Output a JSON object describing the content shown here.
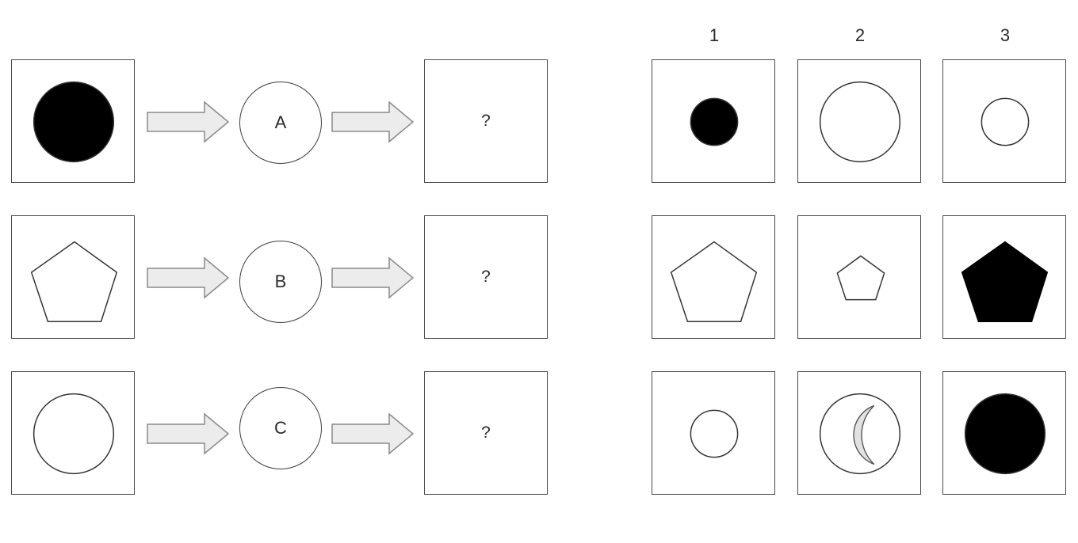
{
  "operations": [
    {
      "label": "A",
      "result": "?"
    },
    {
      "label": "B",
      "result": "?"
    },
    {
      "label": "C",
      "result": "?"
    }
  ],
  "options": {
    "column_labels": [
      "1",
      "2",
      "3"
    ]
  },
  "colors": {
    "stroke": "#3a3a3a",
    "fill_black": "#000000",
    "arrow_fill": "#ececec",
    "crescent_fill": "#e2e2e2"
  },
  "shapes": {
    "inputs": [
      "black-circle",
      "pentagon-outline",
      "circle-outline"
    ],
    "options": [
      [
        "small-black-circle",
        "large-circle-outline",
        "small-circle-outline"
      ],
      [
        "pentagon-outline",
        "small-pentagon-outline",
        "black-pentagon"
      ],
      [
        "small-circle-outline",
        "circle-with-crescent",
        "black-circle"
      ]
    ]
  }
}
